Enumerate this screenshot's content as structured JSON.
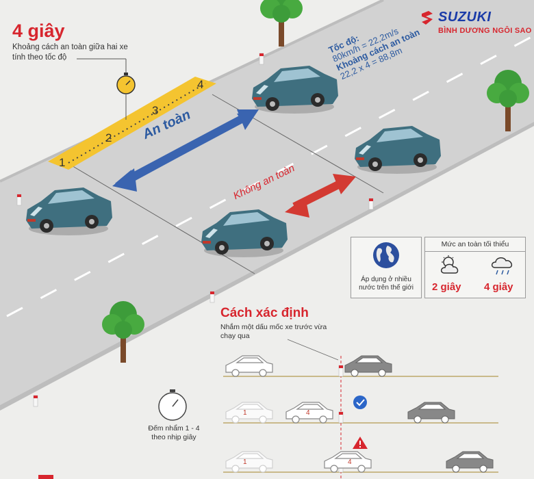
{
  "header": {
    "title": "4 giây",
    "subtitle": "Khoảng cách an toàn giữa hai xe tính theo tốc độ"
  },
  "brand": {
    "name": "SUZUKI",
    "dealer": "BÌNH DƯƠNG NGÔI SAO"
  },
  "speed_note": {
    "line1": "Tốc độ:",
    "line2": "80km/h = 22,2m/s",
    "line3": "Khoảng cách an toàn",
    "line4": "22,2 x 4 = 88,8m"
  },
  "ruler": {
    "marks": [
      "1",
      "2",
      "3",
      "4"
    ]
  },
  "labels": {
    "safe": "An toàn",
    "unsafe": "Không an toàn"
  },
  "min_safety": {
    "header": "Mức an toàn tối thiểu",
    "apply_text": "Áp dụng ở nhiều nước trên thế giới",
    "dry": "2 giây",
    "rain": "4 giây"
  },
  "method": {
    "title": "Cách xác định",
    "subtitle": "Nhắm một dấu mốc xe trước vừa chạy qua",
    "count_text": "Đếm nhẩm 1 - 4 theo nhịp giây",
    "car_labels": [
      "1",
      "4",
      "1",
      "4"
    ]
  },
  "colors": {
    "accent_red": "#d7262e",
    "accent_blue": "#2c5aa0",
    "car_teal": "#3f6f7f",
    "ruler_yellow": "#f4c430",
    "road_gray": "#d2d2d2"
  }
}
